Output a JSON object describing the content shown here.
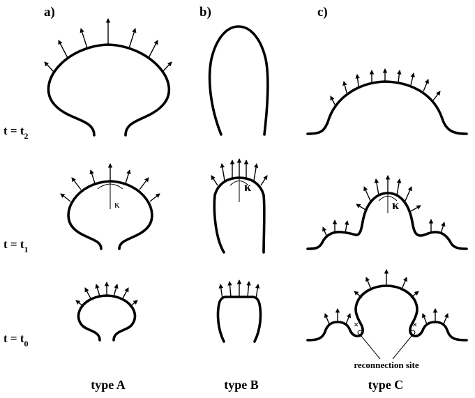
{
  "panels": {
    "a": "a)",
    "b": "b)",
    "c": "c)"
  },
  "types": {
    "a": "type A",
    "b": "type B",
    "c": "type C"
  },
  "times": [
    {
      "base": "t = t",
      "sub": "2"
    },
    {
      "base": "t = t",
      "sub": "1"
    },
    {
      "base": "t = t",
      "sub": "0"
    }
  ],
  "curvature_symbol": "κ",
  "reconnection_label": "reconnection site",
  "reconnection_marker": "×"
}
